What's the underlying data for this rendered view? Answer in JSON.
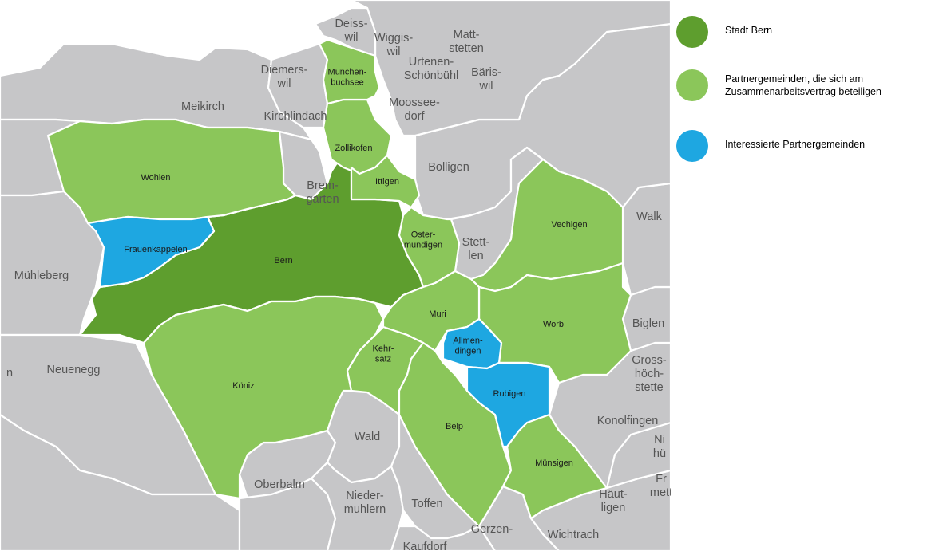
{
  "colors": {
    "stadt_bern": "#5e9e2e",
    "partner": "#8bc65a",
    "interested": "#1ea7e1",
    "other": "#c6c6c8"
  },
  "legend": [
    {
      "key": "stadt_bern",
      "label": "Stadt Bern",
      "color": "#5e9e2e"
    },
    {
      "key": "partner",
      "label": "Partnergemeinden, die sich am\nZusammenarbeitsvertrag beteiligen",
      "color": "#8bc65a"
    },
    {
      "key": "interested",
      "label": "Interessierte Partnergemeinden",
      "color": "#1ea7e1"
    }
  ],
  "municipalities": [
    {
      "name": "Bern",
      "category": "stadt_bern",
      "label": "Bern"
    },
    {
      "name": "Wohlen",
      "category": "partner",
      "label": "Wohlen"
    },
    {
      "name": "Köniz",
      "category": "partner",
      "label": "Köniz"
    },
    {
      "name": "Zollikofen",
      "category": "partner",
      "label": "Zollikofen"
    },
    {
      "name": "Münchenbuchsee",
      "category": "partner",
      "label": "München-\nbuchsee"
    },
    {
      "name": "Ittigen",
      "category": "partner",
      "label": "Ittigen"
    },
    {
      "name": "Ostermundigen",
      "category": "partner",
      "label": "Oster-\nmundigen"
    },
    {
      "name": "Vechigen",
      "category": "partner",
      "label": "Vechigen"
    },
    {
      "name": "Worb",
      "category": "partner",
      "label": "Worb"
    },
    {
      "name": "Muri",
      "category": "partner",
      "label": "Muri"
    },
    {
      "name": "Kehrsatz",
      "category": "partner",
      "label": "Kehr-\nsatz"
    },
    {
      "name": "Belp",
      "category": "partner",
      "label": "Belp"
    },
    {
      "name": "Münsigen",
      "category": "partner",
      "label": "Münsigen"
    },
    {
      "name": "Frauenkappelen",
      "category": "interested",
      "label": "Frauenkappelen"
    },
    {
      "name": "Allmendingen",
      "category": "interested",
      "label": "Allmen-\ndingen"
    },
    {
      "name": "Rubigen",
      "category": "interested",
      "label": "Rubigen"
    }
  ],
  "surrounding_labels": [
    "Deiss-\nwil",
    "Wiggis-\nwil",
    "Matt-\nstetten",
    "Urtenen-\nSchönbühl",
    "Bäris-\nwil",
    "Diemers-\nwil",
    "Meikirch",
    "Kirchlindach",
    "Moossee-\ndorf",
    "Bolligen",
    "Brem-\ngarten",
    "Stett-\nlen",
    "Walk",
    "Mühleberg",
    "Biglen",
    "Neuenegg",
    "Gross-\nhöch-\nstette",
    "Konolfingen",
    "Wald",
    "Oberbalm",
    "Nieder-\nmuhlern",
    "Toffen",
    "Häut-\nligen",
    "Gerzen-",
    "Wichtrach",
    "Kaufdorf",
    "Ni\nhü",
    "Fr\nmett",
    "n"
  ]
}
